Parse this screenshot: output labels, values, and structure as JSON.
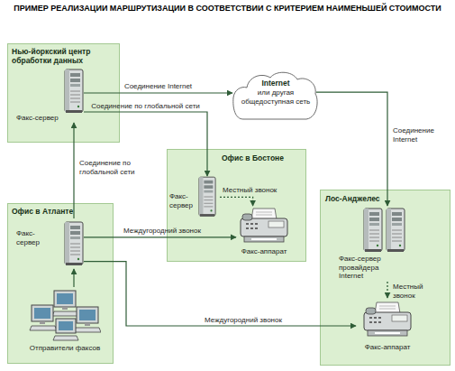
{
  "diagram": {
    "title": "ПРИМЕР РЕАЛИЗАЦИИ МАРШРУТИЗАЦИИ В СООТВЕТСТВИИ С КРИТЕРИЕМ НАИМЕНЬШЕЙ СТОИМОСТИ",
    "nodes": [
      {
        "text": [
          "Нью-йоркский центр обработки данных"
        ]
      },
      {
        "text": [
          "Факс-сервер"
        ],
        "in": 0
      },
      {
        "text": [
          "Internet",
          "или другая общедоступная сеть"
        ]
      },
      {
        "text": [
          "Офис в Бостоне"
        ]
      },
      {
        "text": [
          "Факс-сервер"
        ],
        "in": 3
      },
      {
        "text": [
          "Факс-аппарат"
        ],
        "in": 3
      },
      {
        "text": [
          "Офис в Атланте"
        ]
      },
      {
        "text": [
          "Факс-сервер"
        ],
        "in": 6
      },
      {
        "text": [
          "Отправители факсов"
        ],
        "in": 6
      },
      {
        "text": [
          "Лос-Анджелес"
        ]
      },
      {
        "text": [
          "Факс-сервер провайдера Internet"
        ],
        "in": 9
      },
      {
        "text": [
          "Факс-аппарат"
        ],
        "in": 9
      }
    ],
    "edges": [
      {
        "from": 1,
        "to": 2,
        "label": "Соединение Internet",
        "arrow": "to"
      },
      {
        "from": 2,
        "to": 10,
        "label": "Соединение Internet",
        "arrow": "to"
      },
      {
        "from": 1,
        "to": 4,
        "label": "Соединение по глобальной сети",
        "arrow": "to"
      },
      {
        "from": 7,
        "to": 1,
        "label": "Соединение по глобальной сети",
        "arrow": "to"
      },
      {
        "from": 4,
        "to": 5,
        "label": "Местный звонок",
        "arrow": "to"
      },
      {
        "from": 7,
        "to": 5,
        "label": "Междугородний звонок",
        "arrow": "to"
      },
      {
        "from": 7,
        "to": 11,
        "label": "Междугородний звонок",
        "arrow": "to"
      },
      {
        "from": 10,
        "to": 11,
        "label": "Местный звонок",
        "arrow": "to"
      },
      {
        "from": 8,
        "to": 7,
        "arrow": "to"
      }
    ]
  }
}
